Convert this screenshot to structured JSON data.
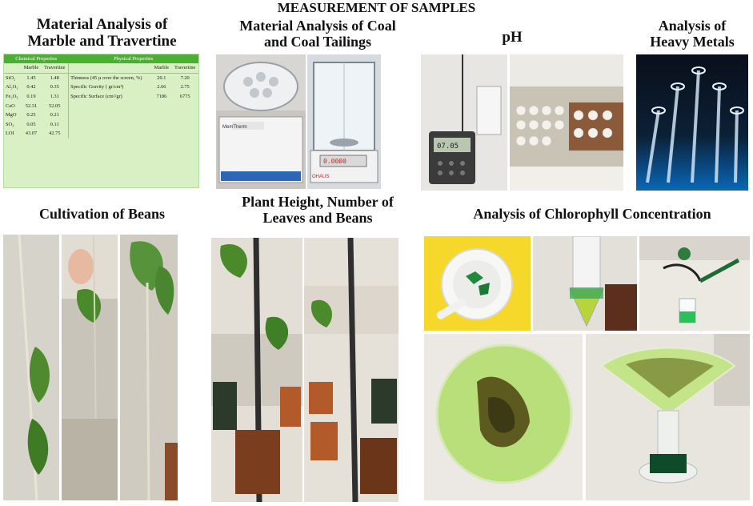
{
  "main_title": "MEASUREMENT OF SAMPLES",
  "sections": {
    "marble": "Material Analysis of\nMarble and Travertine",
    "coal": "Material Analysis of Coal\nand Coal Tailings",
    "ph": "pH",
    "heavy_metals": "Analysis of\nHeavy Metals",
    "beans": "Cultivation of Beans",
    "plant_height": "Plant Height, Number of\nLeaves and Beans",
    "chlorophyll": "Analysis of Chlorophyll Concentration"
  },
  "table": {
    "chem_header": "Chemical Properties",
    "phys_header": "Physical Properties",
    "col_marble": "Marble",
    "col_travertine": "Travertine",
    "chem_rows": [
      {
        "name": "SiO₂",
        "marble": "1.45",
        "travertine": "1.48"
      },
      {
        "name": "Al₂O₃",
        "marble": "0.42",
        "travertine": "0.35"
      },
      {
        "name": "Fe₂O₃",
        "marble": "0.19",
        "travertine": "1.31"
      },
      {
        "name": "CaO",
        "marble": "52.31",
        "travertine": "52.05"
      },
      {
        "name": "MgO",
        "marble": "0.25",
        "travertine": "0.21"
      },
      {
        "name": "SO₃",
        "marble": "0.05",
        "travertine": "0.11"
      },
      {
        "name": "LOI",
        "marble": "43.07",
        "travertine": "42.75"
      }
    ],
    "phys_rows": [
      {
        "name": "Thinness (45 µ over the screen, %)",
        "marble": "20.1",
        "travertine": "7.20"
      },
      {
        "name": "Specific Gravity ( gr/cm³)",
        "marble": "2.66",
        "travertine": "2.75"
      },
      {
        "name": "Specific Surface (cm²/gr)",
        "marble": "7186",
        "travertine": "6775"
      }
    ]
  },
  "device_labels": {
    "oven_brand": "MemTherm",
    "balance_brand": "OHAUS",
    "balance_display": "0.0000",
    "ph_display": "07.05"
  }
}
